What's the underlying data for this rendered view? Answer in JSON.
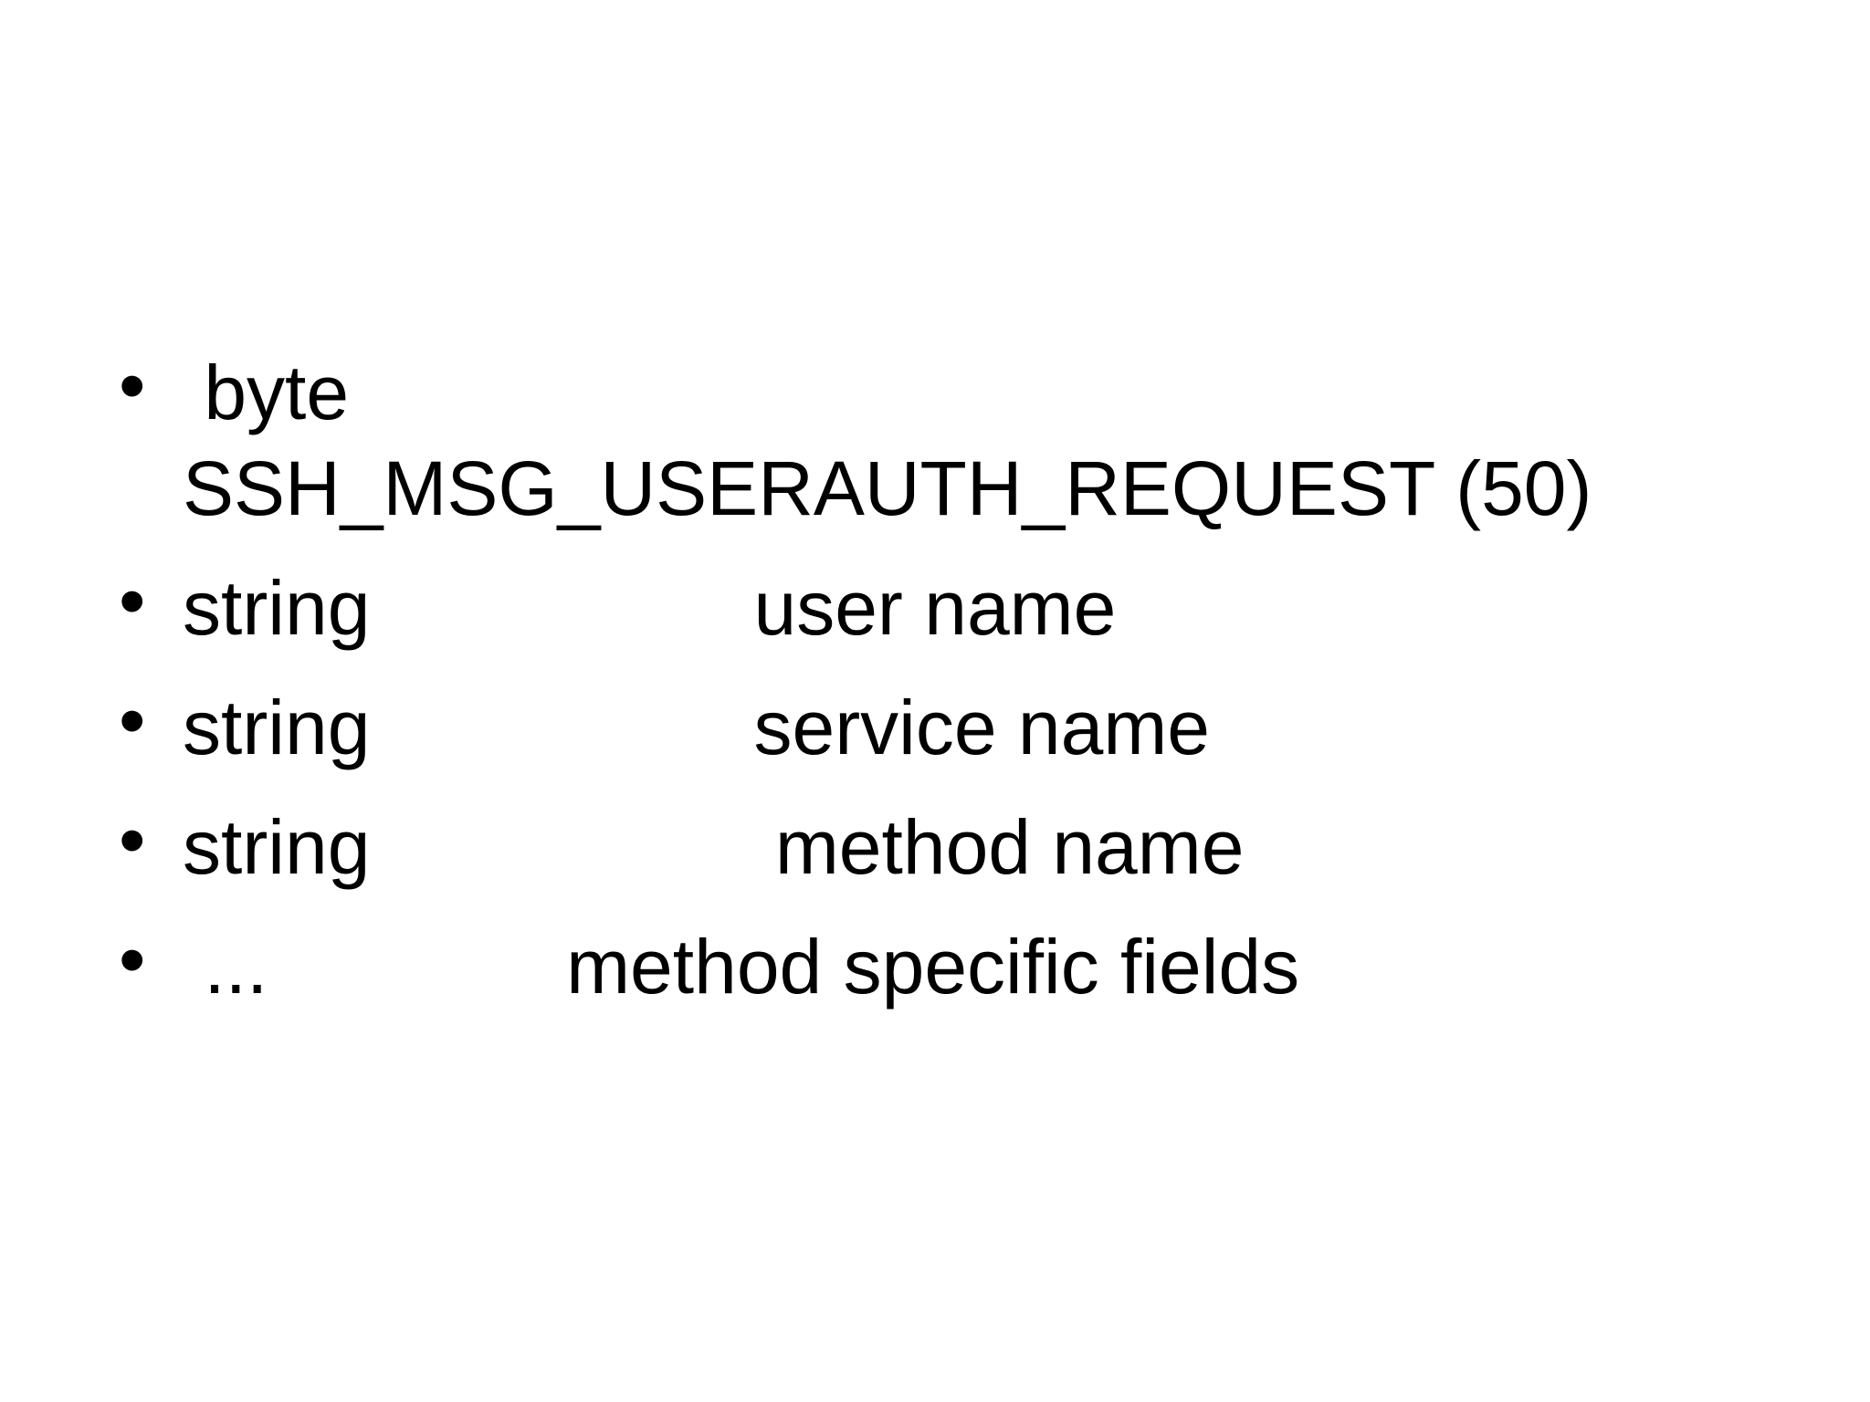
{
  "slide": {
    "background_color": "#ffffff",
    "text_color": "#000000",
    "bullet_glyph": "•",
    "items": [
      {
        "text": " byte\nSSH_MSG_USERAUTH_REQUEST (50)"
      },
      {
        "text": "string                  user name"
      },
      {
        "text": "string                  service name"
      },
      {
        "text": "string                   method name"
      },
      {
        "text": " ...              method specific fields"
      }
    ]
  }
}
